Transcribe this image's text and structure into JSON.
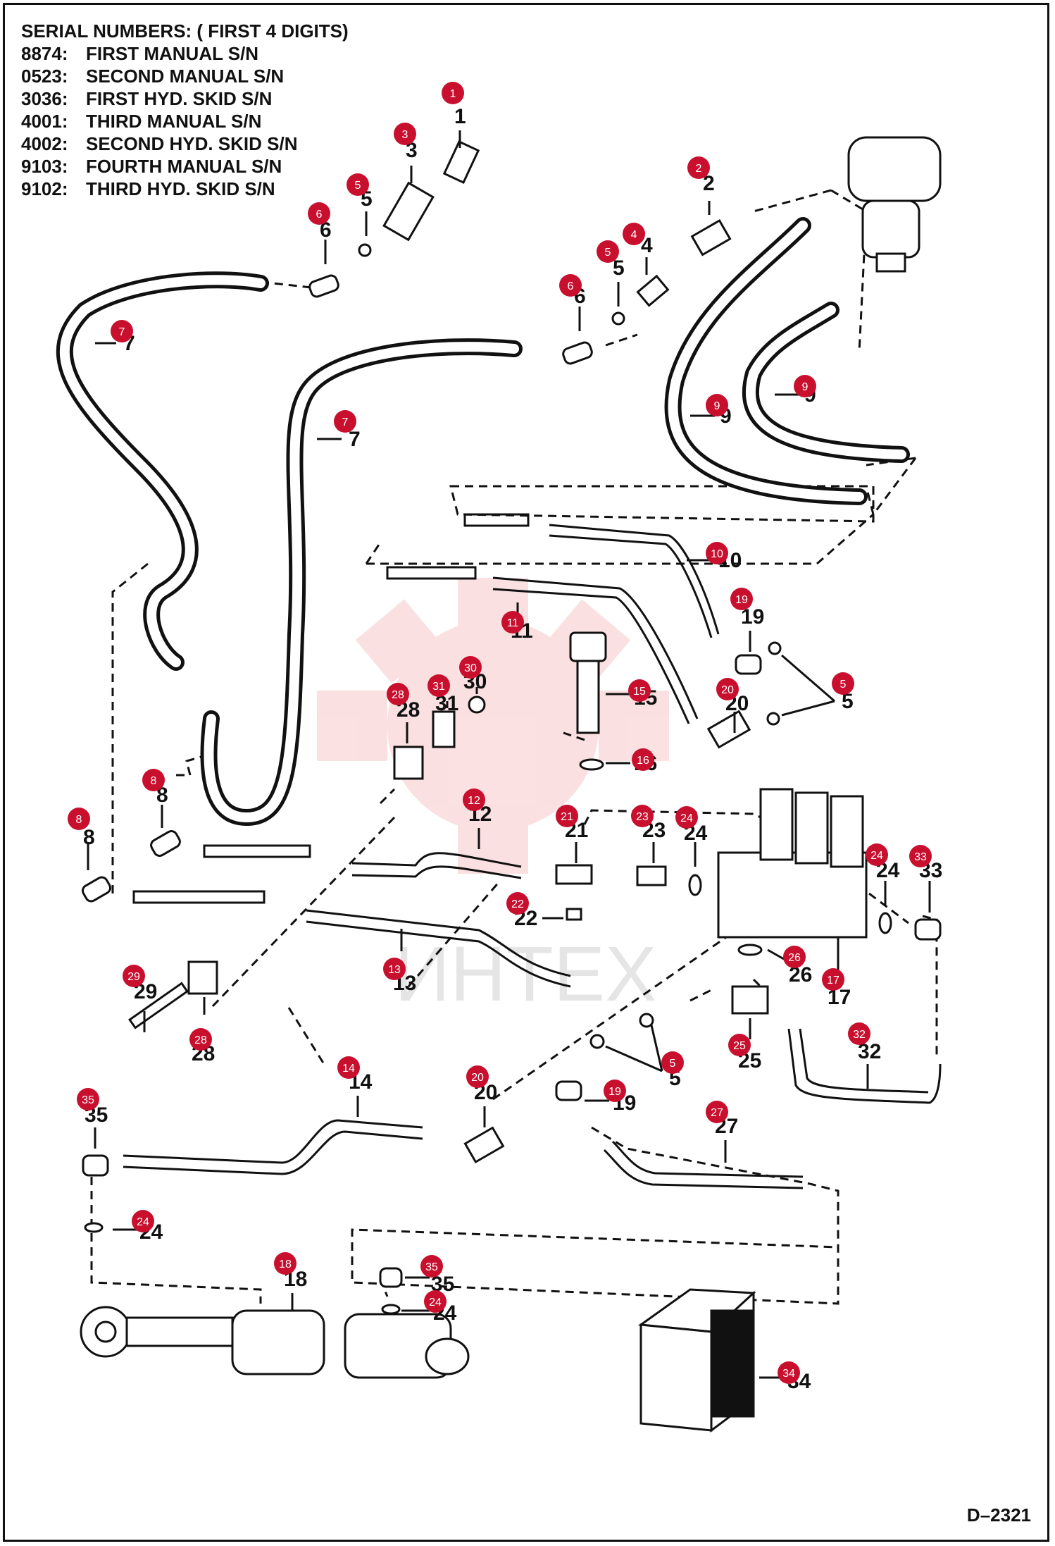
{
  "header": {
    "title": "SERIAL NUMBERS: ( FIRST 4 DIGITS)",
    "serials": [
      {
        "code": "8874:",
        "desc": "FIRST MANUAL S/N"
      },
      {
        "code": "0523:",
        "desc": "SECOND MANUAL S/N"
      },
      {
        "code": "3036:",
        "desc": "FIRST HYD. SKID S/N"
      },
      {
        "code": "4001:",
        "desc": "THIRD MANUAL S/N"
      },
      {
        "code": "4002:",
        "desc": "SECOND HYD. SKID S/N"
      },
      {
        "code": "9103:",
        "desc": "FOURTH MANUAL S/N"
      },
      {
        "code": "9102:",
        "desc": "THIRD HYD. SKID S/N"
      }
    ]
  },
  "drawing_code": "D–2321",
  "watermark": "ИНТЕХ",
  "colors": {
    "badge": "#c8102e",
    "line": "#111111",
    "watermark": "#e85a5a"
  },
  "callouts": [
    {
      "n": "1"
    },
    {
      "n": "2"
    },
    {
      "n": "3"
    },
    {
      "n": "4"
    },
    {
      "n": "5"
    },
    {
      "n": "5"
    },
    {
      "n": "5"
    },
    {
      "n": "5"
    },
    {
      "n": "6"
    },
    {
      "n": "6"
    },
    {
      "n": "7"
    },
    {
      "n": "7"
    },
    {
      "n": "8"
    },
    {
      "n": "8"
    },
    {
      "n": "9"
    },
    {
      "n": "9"
    },
    {
      "n": "10"
    },
    {
      "n": "11"
    },
    {
      "n": "12"
    },
    {
      "n": "13"
    },
    {
      "n": "14"
    },
    {
      "n": "15"
    },
    {
      "n": "16"
    },
    {
      "n": "17"
    },
    {
      "n": "18"
    },
    {
      "n": "19"
    },
    {
      "n": "19"
    },
    {
      "n": "20"
    },
    {
      "n": "20"
    },
    {
      "n": "21"
    },
    {
      "n": "22"
    },
    {
      "n": "23"
    },
    {
      "n": "24"
    },
    {
      "n": "24"
    },
    {
      "n": "24"
    },
    {
      "n": "24"
    },
    {
      "n": "25"
    },
    {
      "n": "26"
    },
    {
      "n": "27"
    },
    {
      "n": "28"
    },
    {
      "n": "28"
    },
    {
      "n": "29"
    },
    {
      "n": "30"
    },
    {
      "n": "31"
    },
    {
      "n": "32"
    },
    {
      "n": "33"
    },
    {
      "n": "34"
    },
    {
      "n": "35"
    },
    {
      "n": "35"
    }
  ]
}
